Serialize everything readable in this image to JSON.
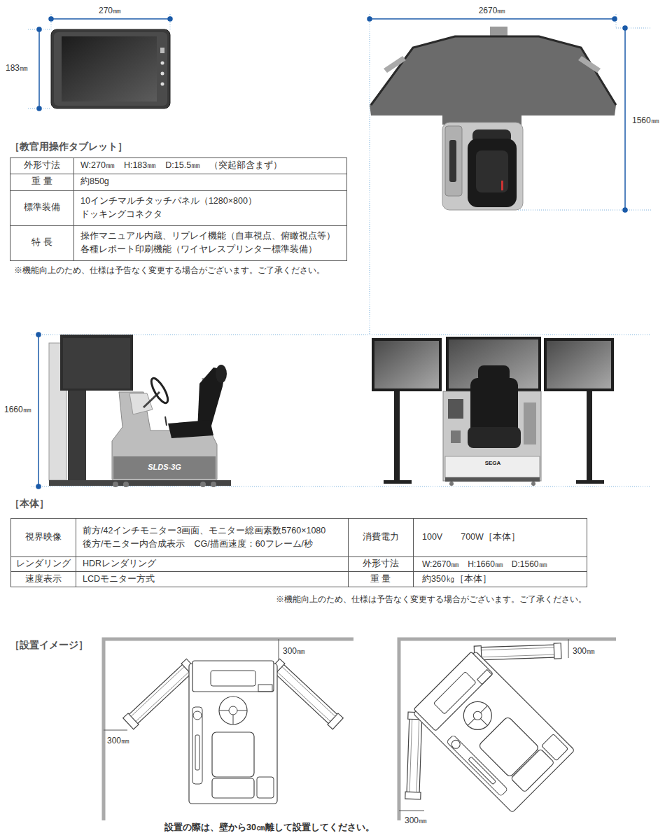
{
  "diagram": {
    "labels": [
      "270㎜",
      "183㎜",
      "［教官用操作タブレット］",
      "外形寸法",
      "W:270㎜　H:183㎜　D:15.5㎜　（突起部含まず）",
      "重 量",
      "約850g",
      "標準装備",
      "10インチマルチタッチパネル（1280×800） ドッキングコネクタ",
      "特 長",
      "操作マニュアル内蔵、リプレイ機能（自車視点、俯瞰視点等） 各種レポート印刷機能（ワイヤレスプリンター標準装備）",
      "※機能向上のため、仕様は予告なく変更する場合がございます。ご了承ください。",
      "2670㎜",
      "1560㎜",
      "1660㎜",
      "SLDS-3G",
      "SEGA",
      "［本体］",
      "視界映像",
      "前方/42インチモニター3画面、モニター総画素数5760×1080 後方/モニター内合成表示　CG/描画速度：60フレーム/秒",
      "消費電力",
      "100V　　700W［本体］",
      "レンダリング",
      "HDRレンダリング",
      "外形寸法",
      "W:2670㎜　H:1660㎜　D:1560㎜",
      "速度表示",
      "LCDモニター方式",
      "重 量",
      "約350㎏［本体］",
      "※機能向上のため、仕様は予告なく変更する場合がございます。ご了承ください。",
      "［設置イメージ］",
      "300㎜",
      "300㎜",
      "300㎜",
      "300㎜",
      "設置の際は、壁から30㎝離して設置してください。"
    ]
  }
}
